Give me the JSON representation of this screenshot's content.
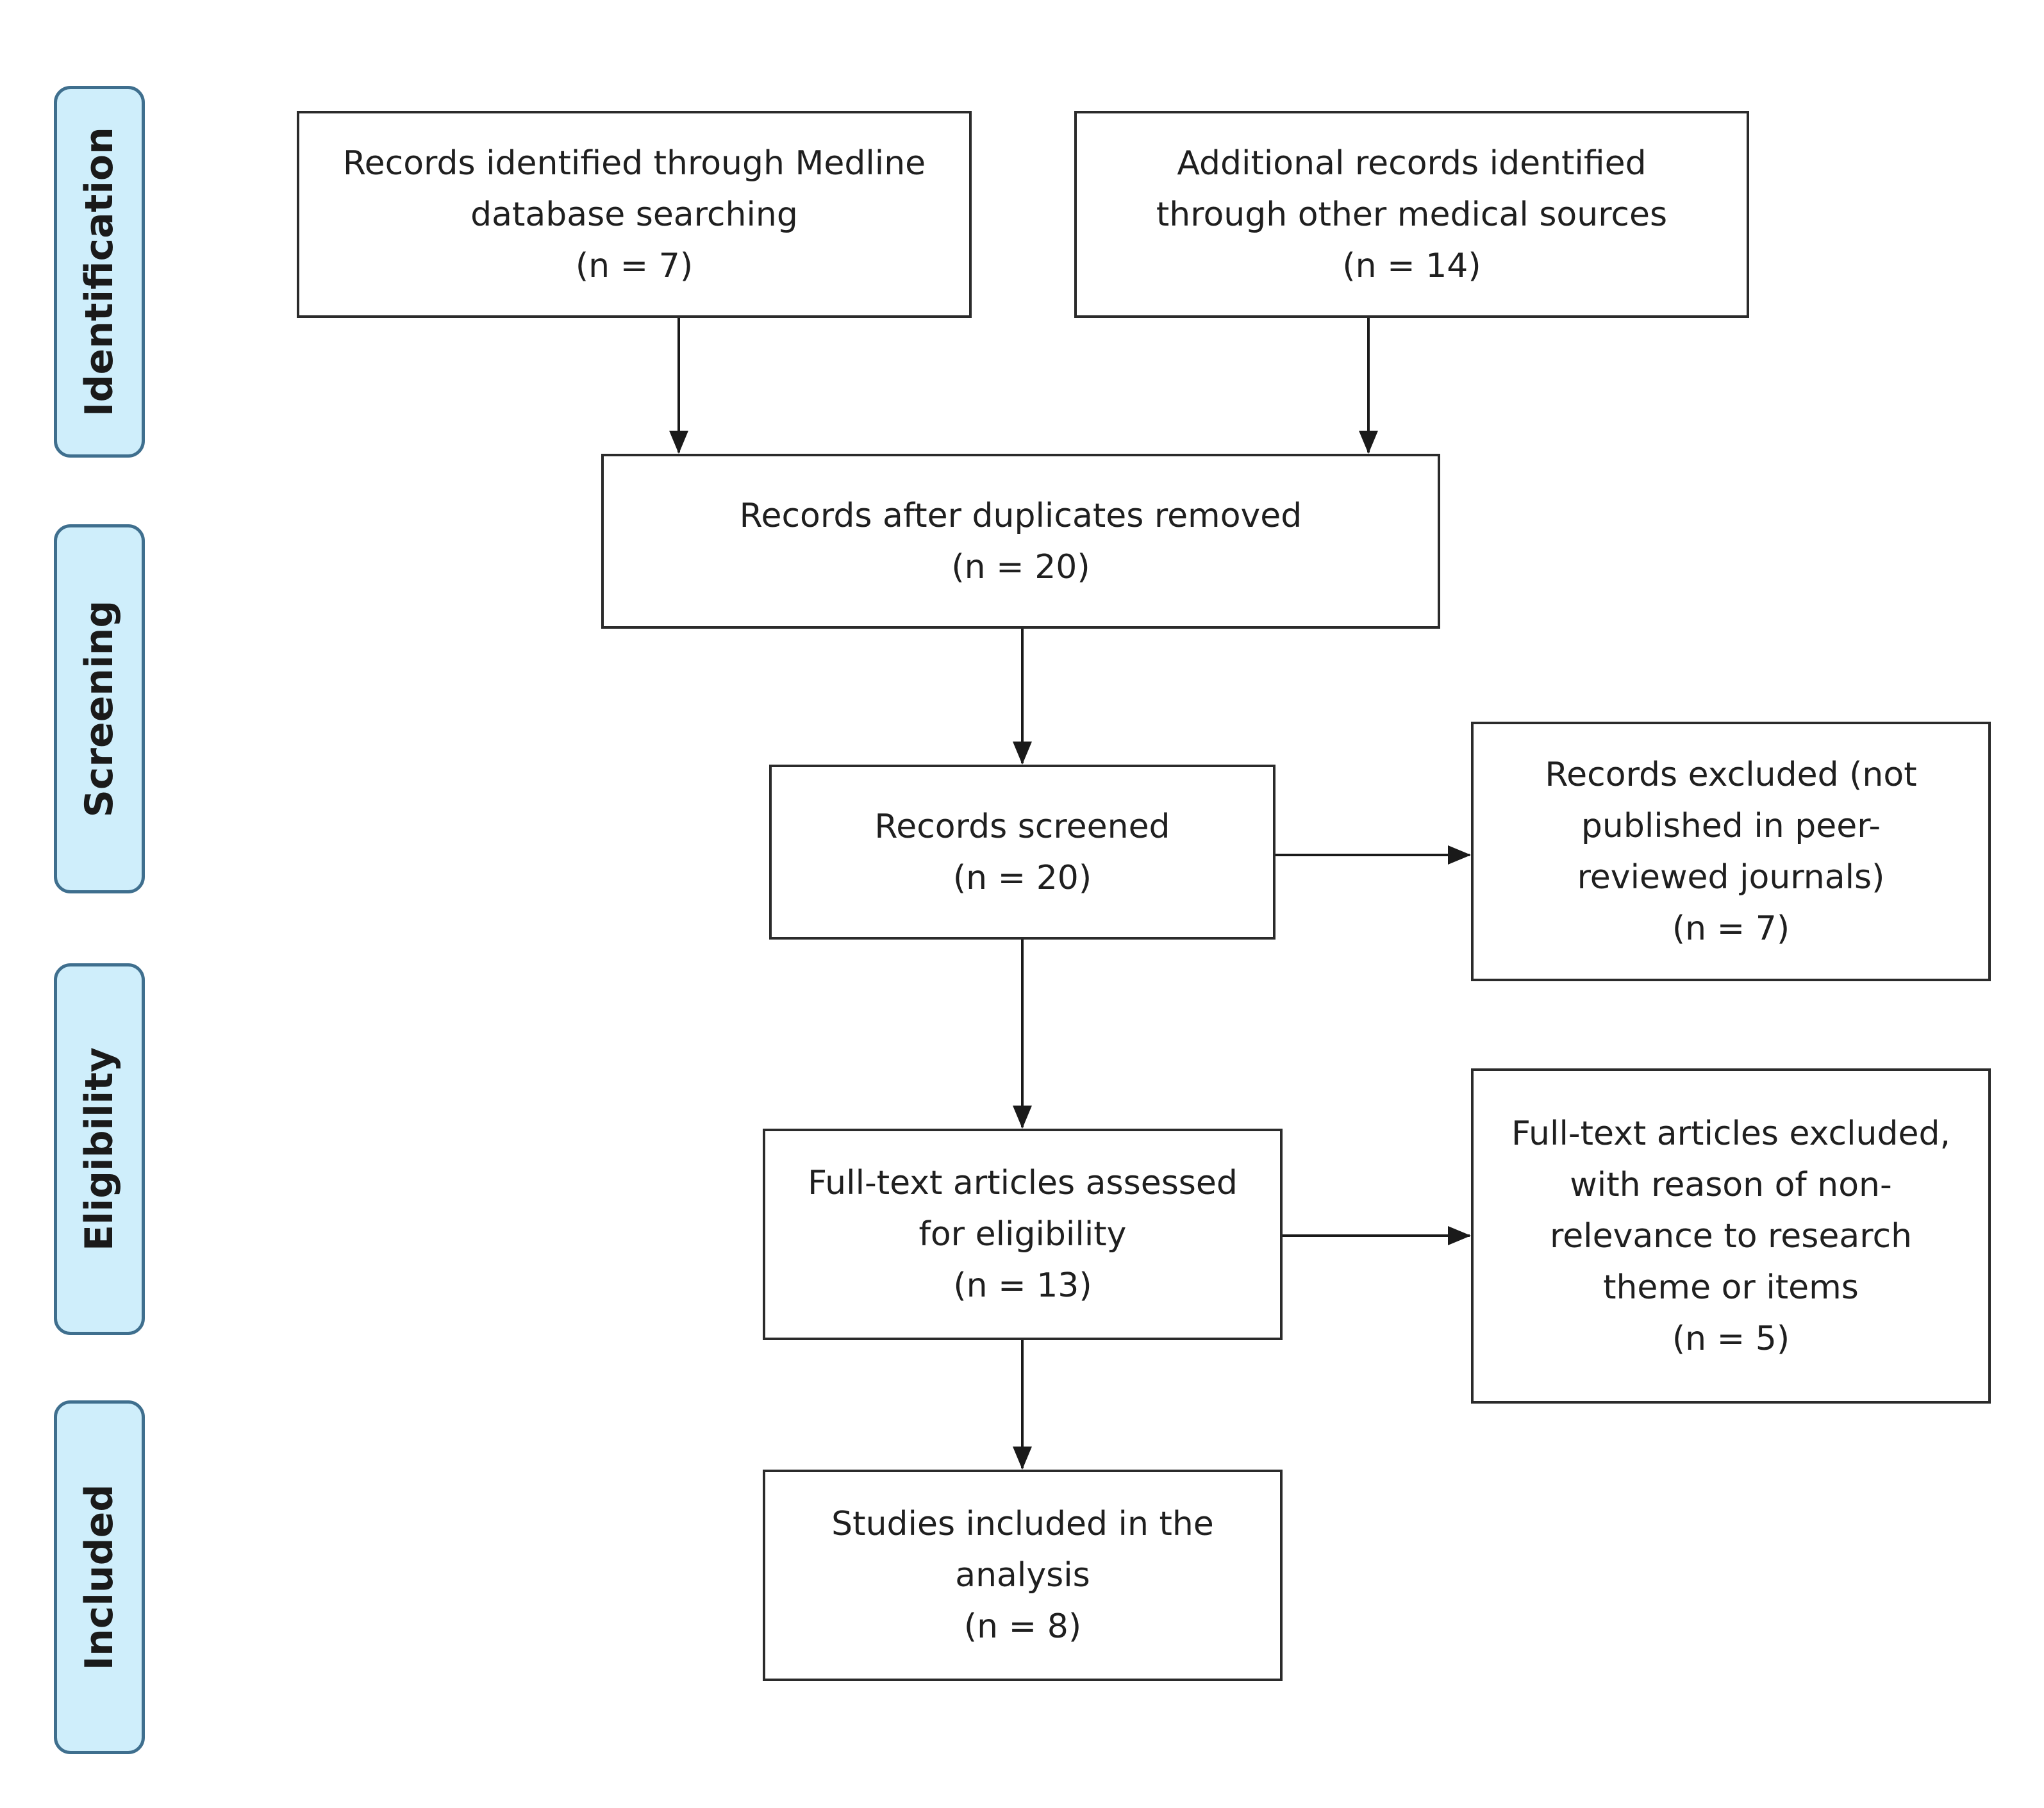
{
  "phases": {
    "identification": "Identification",
    "screening": "Screening",
    "eligibility": "Eligibility",
    "included": "Included"
  },
  "boxes": {
    "medline": {
      "line1": "Records identified through Medline",
      "line2": "database searching",
      "count": "(n = 7)"
    },
    "other_sources": {
      "line1": "Additional records identified",
      "line2": "through other medical sources",
      "count": "(n = 14)"
    },
    "duplicates_removed": {
      "line1": "Records after duplicates removed",
      "count": "(n = 20)"
    },
    "screened": {
      "line1": "Records screened",
      "count": "(n = 20)"
    },
    "excluded": {
      "line1": "Records excluded (not",
      "line2": "published in peer-",
      "line3": "reviewed journals)",
      "count": "(n = 7)"
    },
    "fulltext_assessed": {
      "line1": "Full-text articles assessed",
      "line2": "for eligibility",
      "count": "(n = 13)"
    },
    "fulltext_excluded": {
      "line1": "Full-text articles excluded,",
      "line2": "with reason of non-",
      "line3": "relevance to research",
      "line4": "theme or items",
      "count": "(n = 5)"
    },
    "included_studies": {
      "line1": "Studies included in the",
      "line2": "analysis",
      "count": "(n = 8)"
    }
  }
}
